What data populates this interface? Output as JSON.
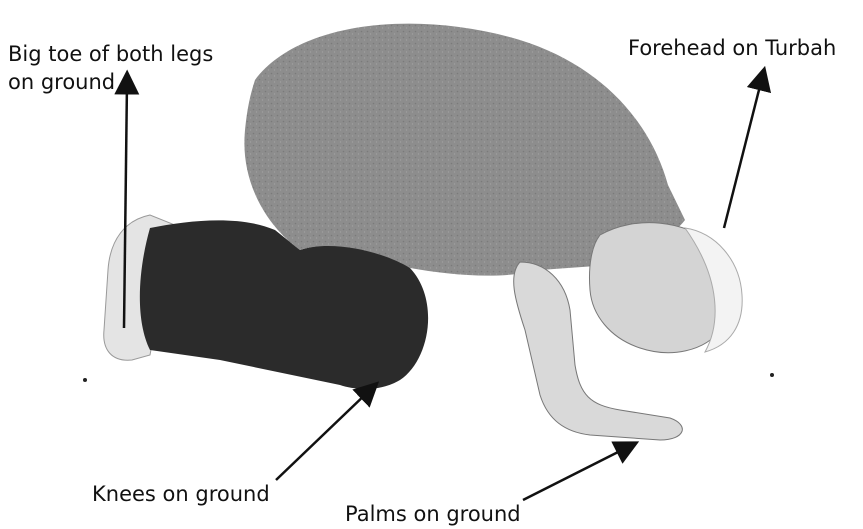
{
  "labels": {
    "big_toe_line1": "Big toe of both legs",
    "big_toe_line2": "on ground",
    "forehead": "Forehead on Turbah",
    "knees": "Knees on ground",
    "palms": "Palms on ground"
  },
  "colors": {
    "ink": "#111111",
    "shirt": "#8a8a8a",
    "trousers": "#2b2b2b",
    "skin": "#d9d9d9",
    "cap": "#f2f2f2"
  }
}
